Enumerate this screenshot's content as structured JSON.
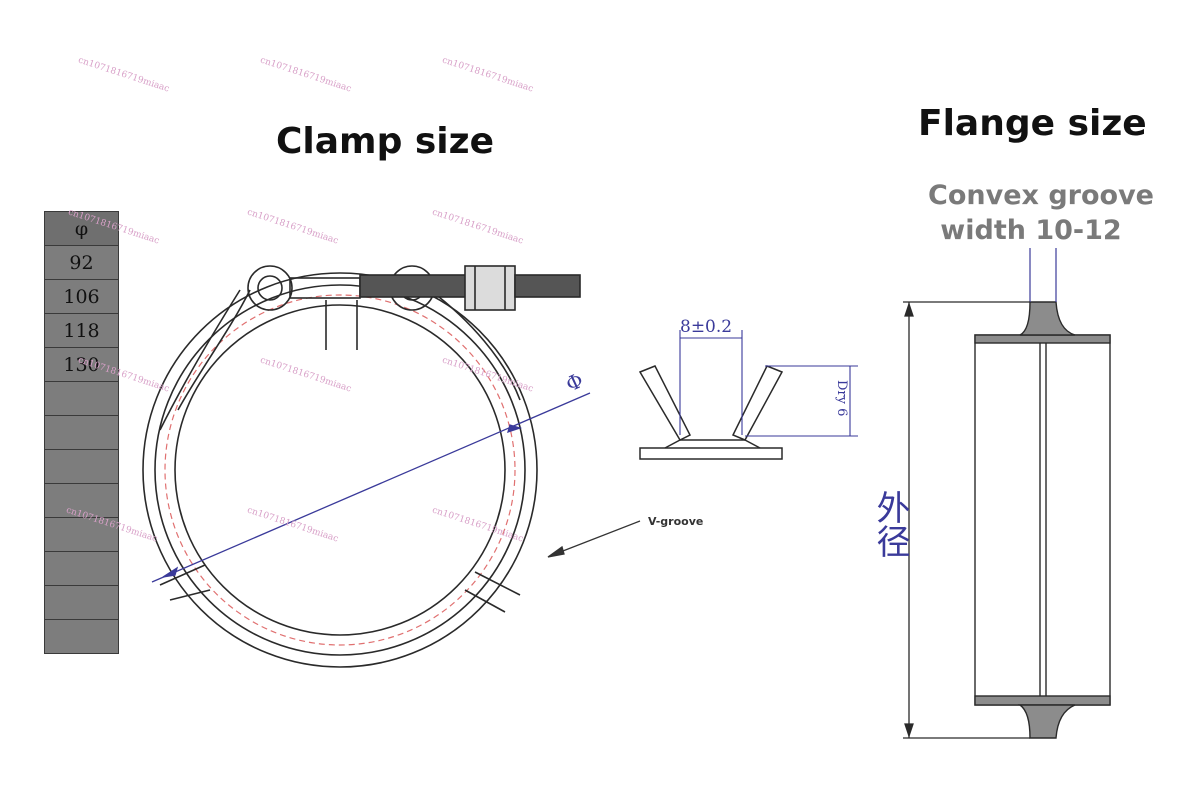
{
  "titles": {
    "clamp": "Clamp size",
    "flange": "Flange size"
  },
  "groove_label": {
    "line1": "Convex groove",
    "line2": "width 10-12"
  },
  "size_table": {
    "header": "φ",
    "rows": [
      "92",
      "106",
      "118",
      "130",
      "",
      "",
      "",
      "",
      "",
      "",
      "",
      "",
      ""
    ]
  },
  "annotations": {
    "diameter_symbol": "Φ",
    "groove_top_width": "8±0.2",
    "groove_depth": "Dry 6",
    "v_groove": "V-groove",
    "outer_diameter": "外径"
  },
  "watermark": "cn1071816719miaac",
  "colors": {
    "line": "#2a2a2a",
    "dimension": "#3a3a9a",
    "dashed": "#e07070",
    "table_fill": "#7d7d7d",
    "flange_fill": "#8c8c8c"
  }
}
